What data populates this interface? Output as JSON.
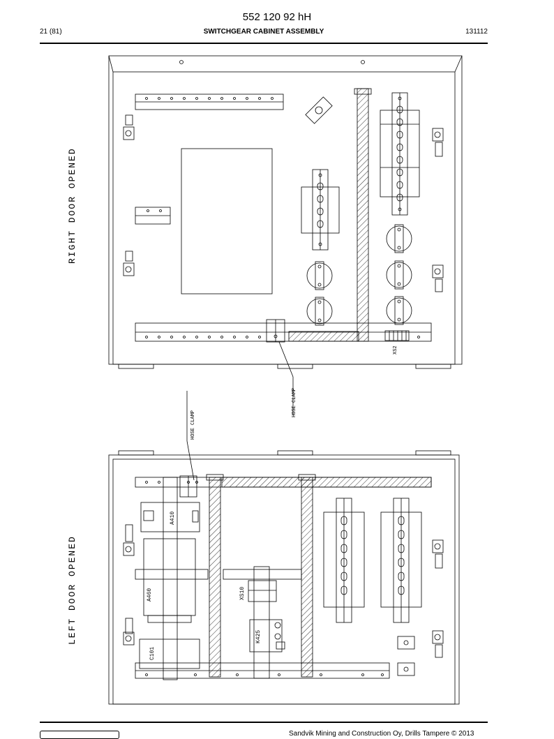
{
  "header": {
    "doc_number": "552 120 92 hH",
    "page": "21 (81)",
    "title": "SWITCHGEAR CABINET ASSEMBLY",
    "date": "131112"
  },
  "drawing": {
    "right_door_label": "RIGHT DOOR OPENED",
    "left_door_label": "LEFT DOOR OPENED",
    "hose_clamp_label": "HOSE CLAMP",
    "hose_clamp_label_2": "HOSE CLAMP",
    "comp_xs2": "XS2",
    "comp_a410": "A410",
    "comp_a460": "A460",
    "comp_c101": "C101",
    "comp_xs10": "XS10",
    "comp_k425": "K425"
  },
  "footer": {
    "copyright": "Sandvik Mining and Construction Oy, Drills Tampere © 2013"
  }
}
